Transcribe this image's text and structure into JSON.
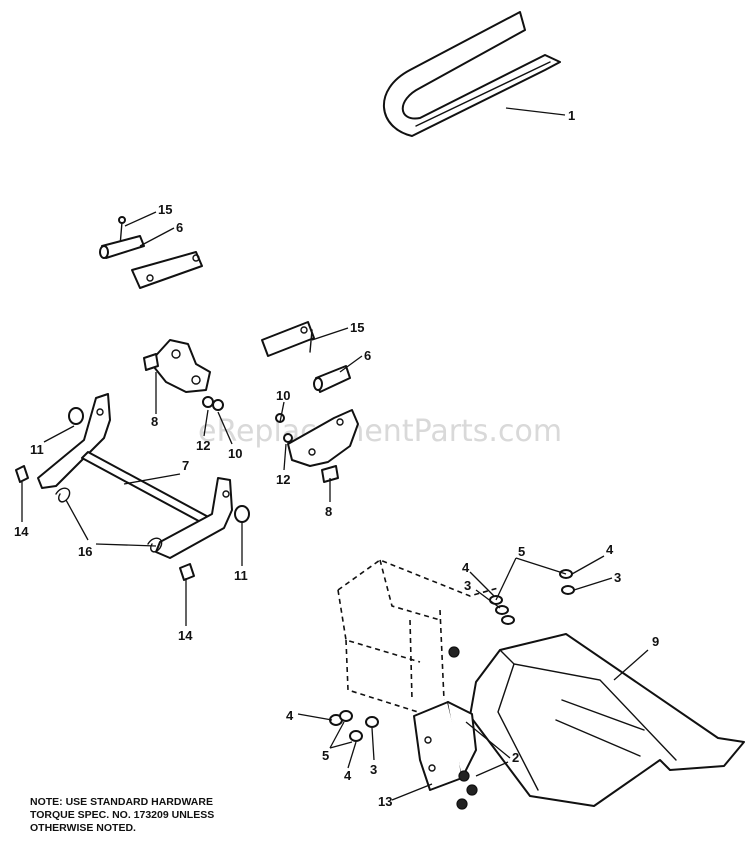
{
  "watermark": "eReplacementParts.com",
  "note": "NOTE: USE STANDARD HARDWARE\nTORQUE SPEC. NO. 173209 UNLESS\nOTHERWISE NOTED.",
  "callouts": {
    "belt": "1",
    "hw_lower_bolts": "2",
    "lw_top_left": "3",
    "lw_top_right": "3",
    "lw_bottom": "3",
    "nut_top_left": "4",
    "nut_top_right": "4",
    "nut_bottom_left": "4",
    "nut_bottom_mid": "4",
    "hw_top_group": "5",
    "hw_bottom_group": "5",
    "pin_top": "6",
    "pin_right": "6",
    "axle": "7",
    "bolt_left": "8",
    "bolt_right": "8",
    "guard": "9",
    "nut_left": "10",
    "nut_right": "10",
    "bushing_left": "11",
    "bushing_right": "11",
    "lw_left": "12",
    "lw_right": "12",
    "bracket": "13",
    "spacer_left": "14",
    "spacer_right": "14",
    "springs": "15",
    "clips": "16",
    "cotter_right": "15"
  }
}
